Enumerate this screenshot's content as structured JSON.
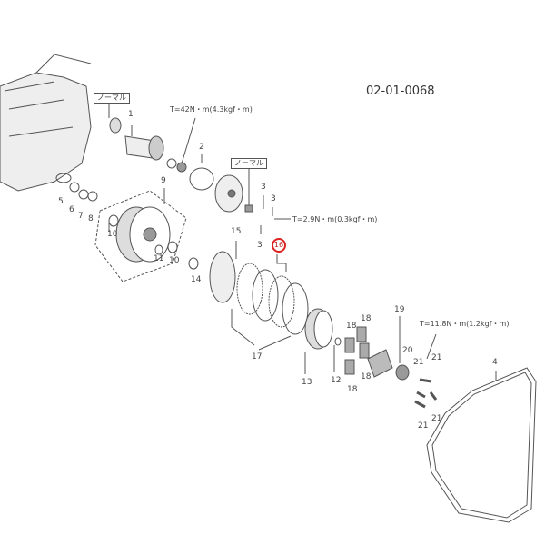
{
  "diagram_code": "02-01-0068",
  "normal_tags": [
    "ノーマル",
    "ノーマル"
  ],
  "torque_specs": [
    "T=42N・m(4.3kgf・m)",
    "T=2.9N・m(0.3kgf・m)",
    "T=11.8N・m(1.2kgf・m)"
  ],
  "highlighted_part": "16",
  "part_labels": [
    "1",
    "2",
    "9",
    "3",
    "3",
    "3",
    "15",
    "5",
    "6",
    "7",
    "8",
    "10",
    "11",
    "10",
    "14",
    "17",
    "13",
    "12",
    "18",
    "18",
    "18",
    "18",
    "19",
    "20",
    "21",
    "21",
    "21",
    "21",
    "4"
  ],
  "colors": {
    "highlight": "#dd2222",
    "line": "#555555"
  }
}
